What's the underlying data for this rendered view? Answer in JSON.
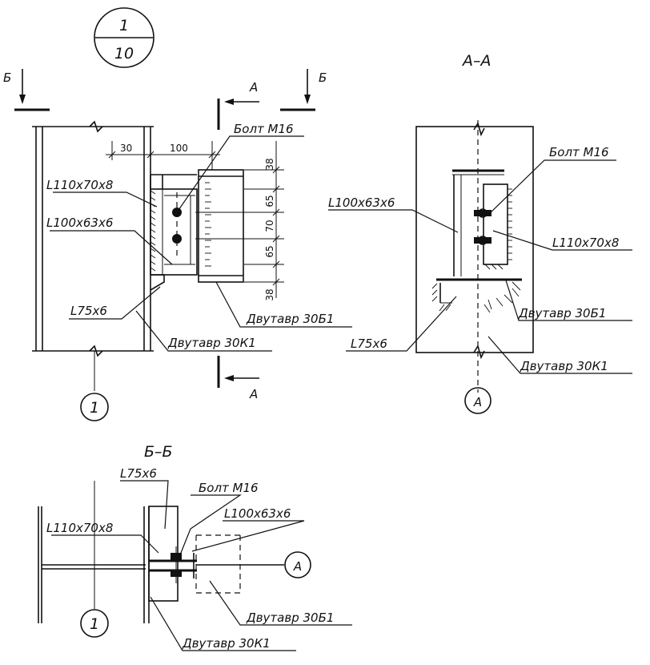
{
  "sheet_marker": {
    "top": "1",
    "bottom": "10"
  },
  "section_aa_title": "А–А",
  "section_bb_title": "Б–Б",
  "cut_letter_a": "А",
  "cut_letter_b": "Б",
  "axis_label": "1",
  "callout_letter": "А",
  "labels": {
    "bolt": "Болт М16",
    "angle_110": "L110х70х8",
    "angle_100": "L100х63х6",
    "angle_75": "L75х6",
    "beam_30b1": "Двутавр 30Б1",
    "column_30k1": "Двутавр 30К1"
  },
  "dimensions": {
    "d30": "30",
    "d100": "100",
    "d38_top": "38",
    "d65_top": "65",
    "d70": "70",
    "d65_bottom": "65",
    "d38_bottom": "38"
  }
}
